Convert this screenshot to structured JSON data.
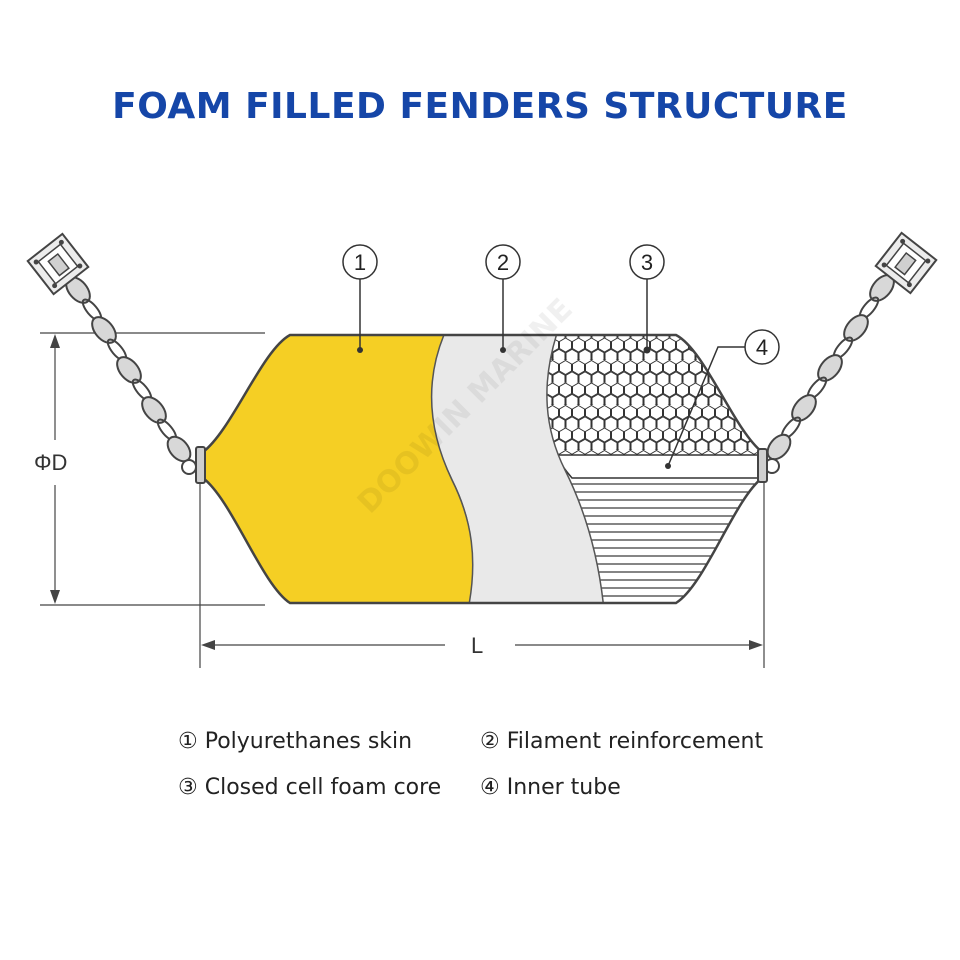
{
  "title": "FOAM FILLED FENDERS STRUCTURE",
  "colors": {
    "title": "#1546a8",
    "skin": "#f5cf24",
    "filament": "#e9e9e9",
    "outline": "#555555",
    "dimension": "#444444"
  },
  "dimensions": {
    "diameter_label": "ΦD",
    "length_label": "L"
  },
  "callouts": [
    {
      "number": "1"
    },
    {
      "number": "2"
    },
    {
      "number": "3"
    },
    {
      "number": "4"
    }
  ],
  "legend": [
    {
      "text": "① Polyurethanes skin"
    },
    {
      "text": "② Filament reinforcement"
    },
    {
      "text": "③ Closed cell foam core"
    },
    {
      "text": "④ Inner tube"
    }
  ],
  "watermark": "DOOWIN MARINE",
  "icons": {
    "left_anchor": "mounting-plate-icon",
    "right_anchor": "mounting-plate-icon",
    "chain": "chain-icon"
  }
}
